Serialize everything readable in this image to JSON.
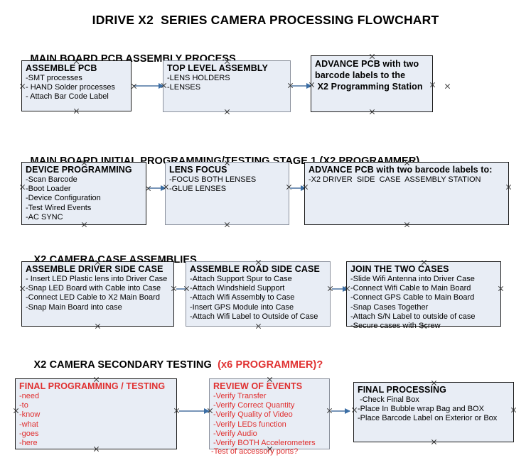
{
  "document": {
    "title": "IDRIVE X2  SERIES CAMERA PROCESSING FLOWCHART"
  },
  "colors": {
    "node_fill": "#e8edf5",
    "node_border_dark": "#1a1a1a",
    "node_border_gray": "#8a909c",
    "connector": "#7795b8",
    "arrowhead": "#3b6ea5",
    "accent_red": "#e03030",
    "text": "#000000"
  },
  "sections": [
    {
      "id": "main-board-pcb-assembly",
      "header": "MAIN BOARD PCB ASSEMBLY PROCESS",
      "header_accent": "",
      "nodes": [
        {
          "id": "assemble-pcb",
          "title": "ASSEMBLE PCB",
          "lines": [
            "-SMT processes",
            "- HAND Solder processes",
            "- Attach Bar Code Label"
          ]
        },
        {
          "id": "top-level-assembly",
          "title": "TOP LEVEL ASSEMBLY",
          "lines": [
            "-LENS HOLDERS",
            "-LENSES"
          ]
        },
        {
          "id": "advance-pcb-to-x2-programming-station",
          "title": "ADVANCE PCB with two\nbarcode labels to the\n X2 Programming Station",
          "lines": []
        }
      ]
    },
    {
      "id": "main-board-initial-programming",
      "header": "MAIN BOARD INITIAL PROGRAMMING/TESTING STAGE 1 (X2 PROGRAMMER)",
      "header_accent": "",
      "nodes": [
        {
          "id": "device-programming",
          "title": "DEVICE PROGRAMMING",
          "lines": [
            "-Scan Barcode",
            "-Boot Loader",
            "-Device Configuration",
            "-Test Wired Events",
            "-AC SYNC"
          ]
        },
        {
          "id": "lens-focus",
          "title": "LENS FOCUS",
          "lines": [
            "-FOCUS BOTH LENSES",
            "-GLUE LENSES"
          ]
        },
        {
          "id": "advance-pcb-to-driver-side-case",
          "title": "ADVANCE PCB with two barcode labels to:",
          "lines": [
            "-X2 DRIVER  SIDE  CASE  ASSEMBLY STATION"
          ]
        }
      ]
    },
    {
      "id": "x2-camera-case-assemblies",
      "header": "X2 CAMERA CASE ASSEMBLIES",
      "header_accent": "",
      "nodes": [
        {
          "id": "assemble-driver-side-case",
          "title": "ASSEMBLE DRIVER SIDE CASE",
          "lines": [
            "- Insert LED Plastic lens into Driver Case",
            "-Snap LED Board with Cable into Case",
            "-Connect LED Cable to X2 Main Board",
            "-Snap Main Board into case"
          ]
        },
        {
          "id": "assemble-road-side-case",
          "title": "ASSEMBLE ROAD SIDE CASE",
          "lines": [
            "-Attach Support Spur to Case",
            "-Attach Windshield Support",
            "-Attach Wifi Assembly to Case",
            "-Insert GPS Module into Case",
            "-Attach Wifi Label to Outside of Case"
          ]
        },
        {
          "id": "join-the-two-cases",
          "title": "JOIN THE TWO CASES",
          "lines": [
            "-Slide Wifi Antenna into Driver Case",
            "-Connect Wifi Cable to Main Board",
            "-Connect GPS Cable to Main Board",
            "-Snap Cases Together",
            "-Attach S/N Label to outside of case",
            "-Secure cases with Screw"
          ]
        }
      ]
    },
    {
      "id": "x2-camera-secondary-testing",
      "header": "X2 CAMERA SECONDARY TESTING  ",
      "header_accent": "(x6 PROGRAMMER)?",
      "nodes": [
        {
          "id": "final-programming-testing",
          "title": "FINAL PROGRAMMING / TESTING",
          "lines": [
            "-need",
            "-to",
            "-know",
            "-what",
            "-goes",
            "-here"
          ]
        },
        {
          "id": "review-of-events",
          "title": "REVIEW OF EVENTS",
          "lines": [
            "-Verify Transfer",
            "-Verify Correct Quantity",
            "-Verify Quality of Video",
            "-Verify LEDs function",
            "-Verify Audio",
            "-Verify BOTH Accelerometers"
          ],
          "overflow_line": "-Test of accessory ports?"
        },
        {
          "id": "final-processing",
          "title": "FINAL PROCESSING",
          "lines": [
            " -Check Final Box",
            "-Place In Bubble wrap Bag and BOX",
            "-Place Barcode Label on Exterior or Box"
          ]
        }
      ]
    }
  ]
}
